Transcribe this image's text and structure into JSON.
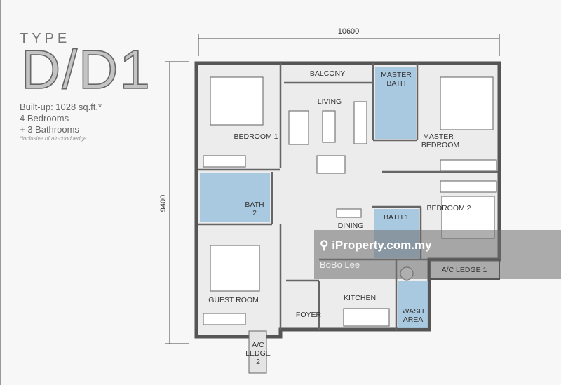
{
  "title": {
    "prefix": "TYPE",
    "code": "D/D1"
  },
  "specs": {
    "built_up": "Built-up: 1028 sq.ft.*",
    "bedrooms": "4 Bedrooms",
    "bathrooms": "+ 3 Bathrooms",
    "note": "*inclusive of air-cond ledge"
  },
  "dimensions": {
    "width": "10600",
    "depth": "9400"
  },
  "rooms": {
    "balcony": "BALCONY",
    "living": "LIVING",
    "master_bath_1": "MASTER",
    "master_bath_2": "BATH",
    "bedroom1": "BEDROOM 1",
    "master_bedroom_1": "MASTER",
    "master_bedroom_2": "BEDROOM",
    "bath2_1": "BATH",
    "bath2_2": "2",
    "bedroom2": "BEDROOM 2",
    "dining": "DINING",
    "bath1": "BATH 1",
    "ac_ledge1": "A/C LEDGE 1",
    "guest_room": "GUEST ROOM",
    "kitchen": "KITCHEN",
    "foyer": "FOYER",
    "wash_1": "WASH",
    "wash_2": "AREA",
    "ac_ledge2_1": "A/C",
    "ac_ledge2_2": "LEDGE",
    "ac_ledge2_3": "2"
  },
  "watermark": {
    "site": "iProperty.com.my",
    "agent": "BoBo Lee"
  },
  "colors": {
    "wet_area": "#9ec3de",
    "wall": "#555555"
  }
}
